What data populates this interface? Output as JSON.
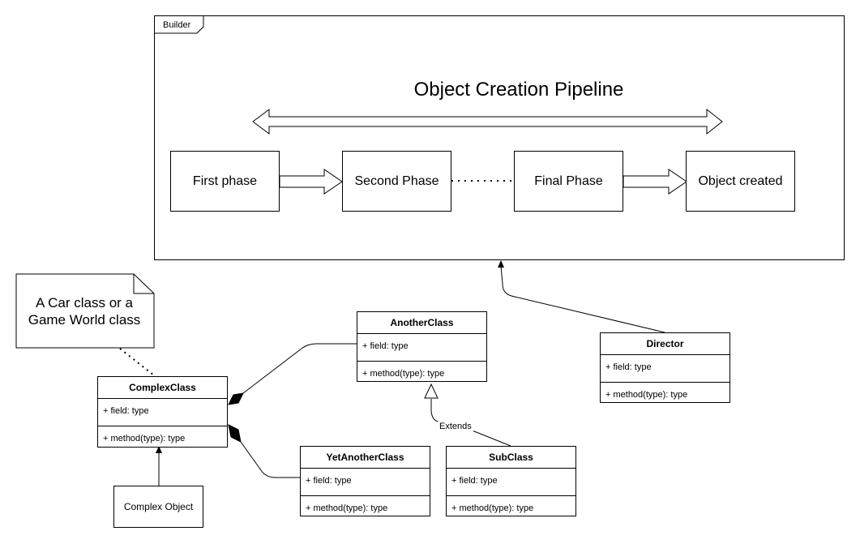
{
  "frame": {
    "label": "Builder"
  },
  "pipeline": {
    "title": "Object Creation Pipeline",
    "phases": [
      "First phase",
      "Second Phase",
      "Final Phase",
      "Object created"
    ]
  },
  "note": {
    "text": "A Car class or a Game World class"
  },
  "classes": {
    "complex": {
      "name": "ComplexClass",
      "field": "+ field: type",
      "method": "+ method(type): type"
    },
    "another": {
      "name": "AnotherClass",
      "field": "+ field: type",
      "method": "+ method(type): type"
    },
    "director": {
      "name": "Director",
      "field": "+ field: type",
      "method": "+ method(type): type"
    },
    "yetanother": {
      "name": "YetAnotherClass",
      "field": "+ field: type",
      "method": "+ method(type): type"
    },
    "sub": {
      "name": "SubClass",
      "field": "+ field: type",
      "method": "+ method(type): type"
    }
  },
  "complex_object": {
    "label": "Complex Object"
  },
  "extends_label": "Extends"
}
